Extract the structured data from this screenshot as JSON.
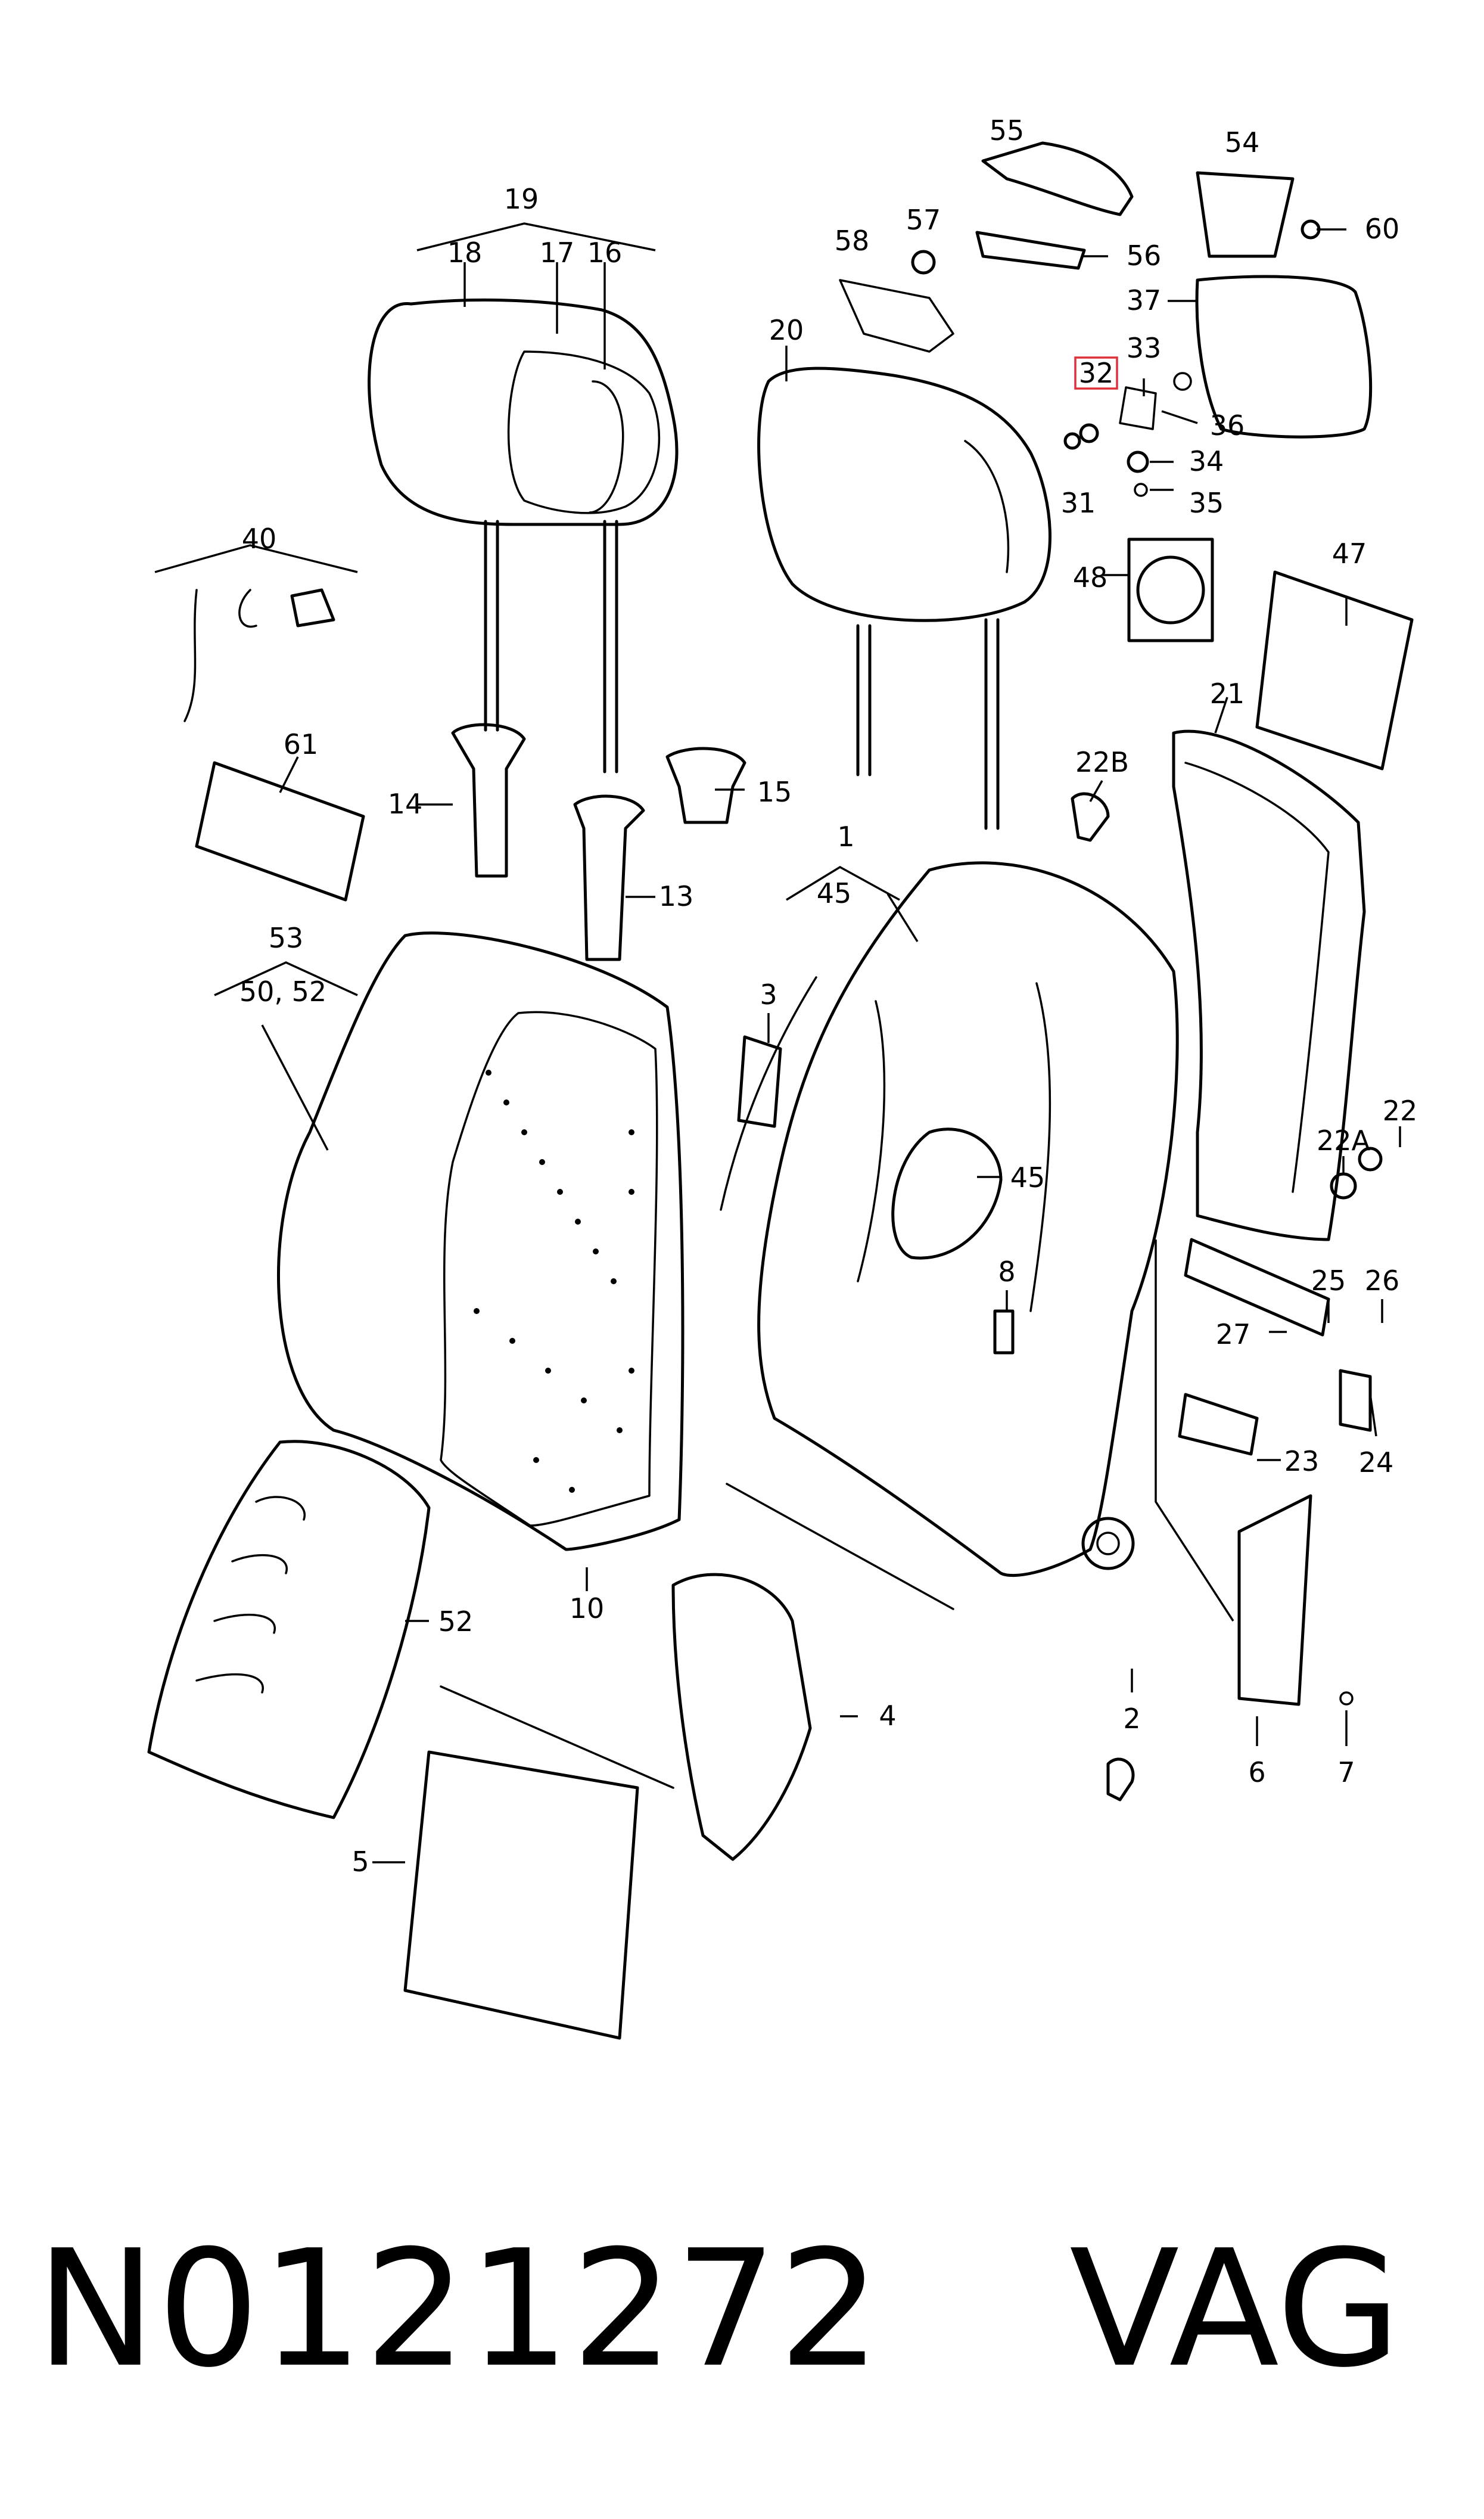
{
  "diagram": {
    "labels": [
      {
        "text": "19"
      },
      {
        "text": "18"
      },
      {
        "text": "17"
      },
      {
        "text": "16"
      },
      {
        "text": "20"
      },
      {
        "text": "55"
      },
      {
        "text": "54"
      },
      {
        "text": "57"
      },
      {
        "text": "58"
      },
      {
        "text": "56"
      },
      {
        "text": "60"
      },
      {
        "text": "37"
      },
      {
        "text": "33"
      },
      {
        "text": "32"
      },
      {
        "text": "36"
      },
      {
        "text": "34"
      },
      {
        "text": "31"
      },
      {
        "text": "35"
      },
      {
        "text": "40"
      },
      {
        "text": "48"
      },
      {
        "text": "47"
      },
      {
        "text": "21"
      },
      {
        "text": "61"
      },
      {
        "text": "14"
      },
      {
        "text": "15"
      },
      {
        "text": "22B"
      },
      {
        "text": "13"
      },
      {
        "text": "1"
      },
      {
        "text": "45"
      },
      {
        "text": "53"
      },
      {
        "text": "50, 52"
      },
      {
        "text": "3"
      },
      {
        "text": "45"
      },
      {
        "text": "22"
      },
      {
        "text": "22A"
      },
      {
        "text": "8"
      },
      {
        "text": "25"
      },
      {
        "text": "26"
      },
      {
        "text": "27"
      },
      {
        "text": "24"
      },
      {
        "text": "23"
      },
      {
        "text": "10"
      },
      {
        "text": "52"
      },
      {
        "text": "4"
      },
      {
        "text": "2"
      },
      {
        "text": "6"
      },
      {
        "text": "7"
      },
      {
        "text": "5"
      }
    ],
    "highlight_color": "#e0303a"
  },
  "footer": {
    "part_number": "N0121272",
    "brand": "VAG"
  }
}
